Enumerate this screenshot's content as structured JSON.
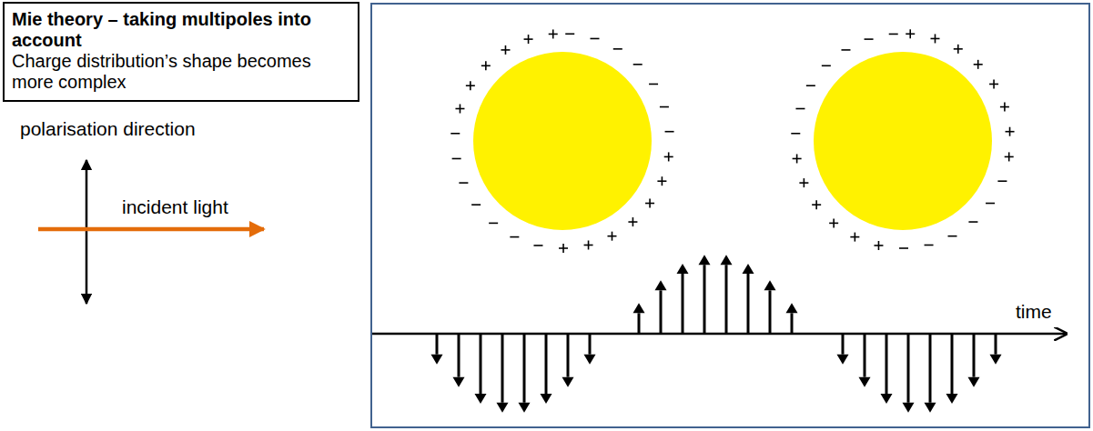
{
  "diagram": {
    "nodes": [
      {
        "text": [
          "Mie theory – taking multipoles into account",
          "Charge distribution’s shape becomes more complex"
        ]
      },
      {
        "text": [
          "time"
        ]
      }
    ],
    "labels": [
      "polarisation direction",
      "incident light"
    ]
  }
}
